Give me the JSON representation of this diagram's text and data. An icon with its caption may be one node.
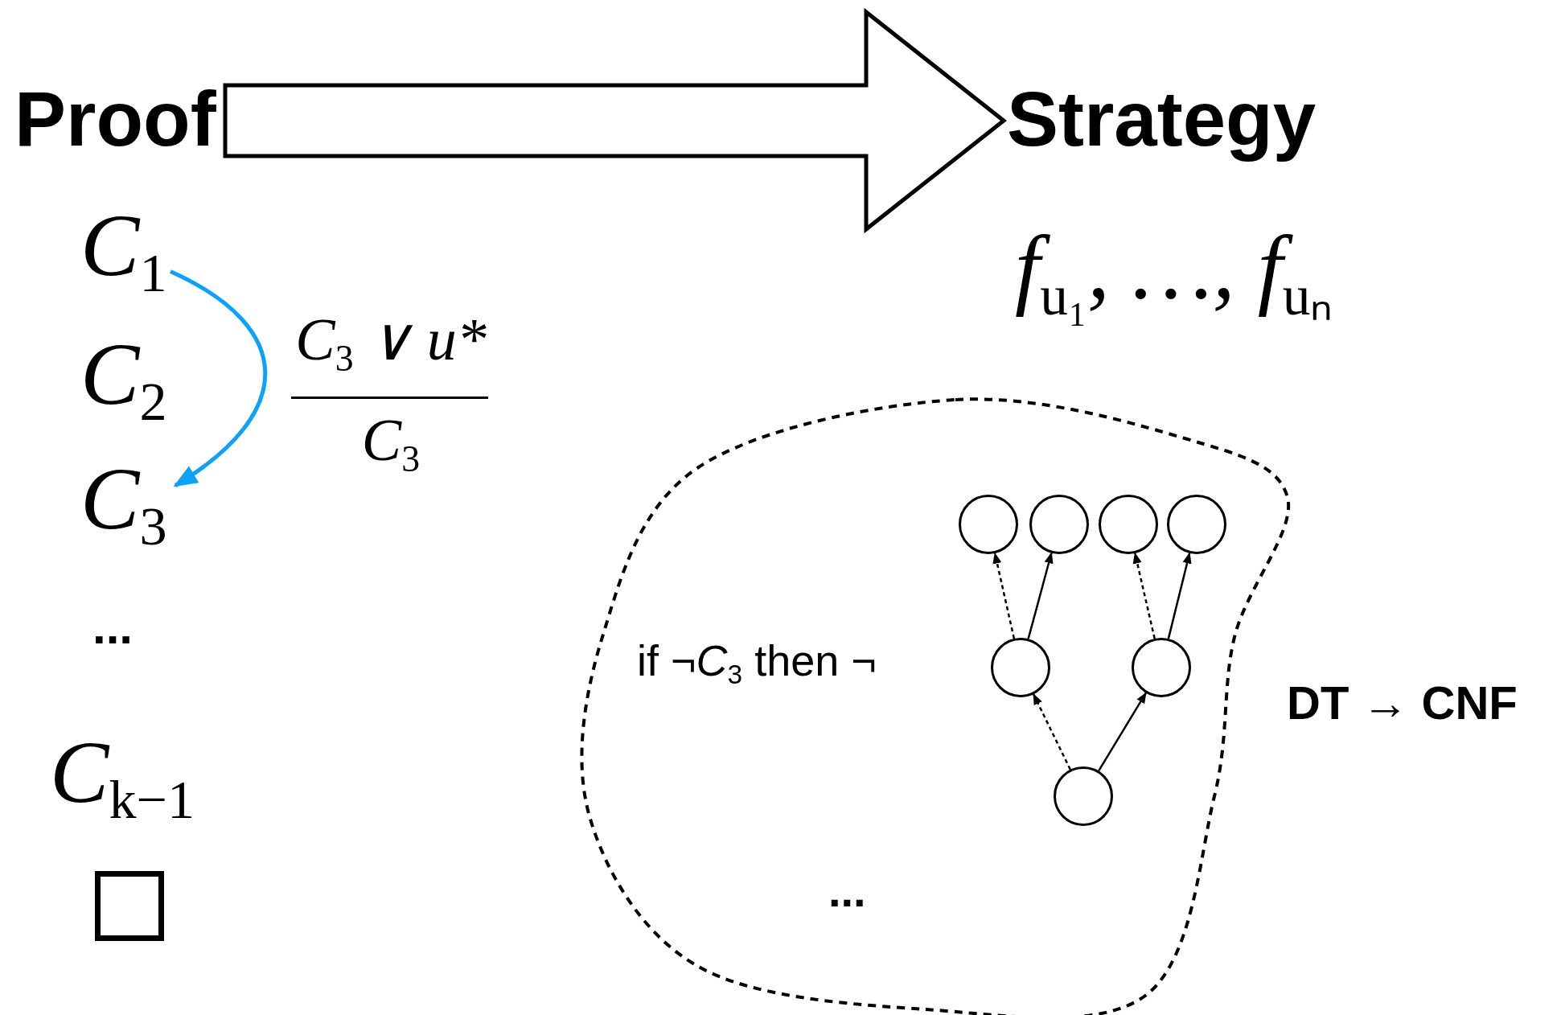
{
  "diagram": {
    "nodes": [
      {
        "text": [
          "Proof"
        ]
      },
      {
        "text": [
          "Strategy"
        ]
      },
      {
        "text": [
          "*C*$_{1}$"
        ]
      },
      {
        "text": [
          "*C*$_{2}$"
        ]
      },
      {
        "text": [
          "*C*$_{3}$"
        ]
      },
      {
        "text": [
          "*C*$_{k−1}$"
        ]
      },
      {
        "text": [],
        "shape": "box"
      },
      {
        "text": [
          "if ¬*C*$_{3}$ then ¬",
          "..."
        ]
      },
      {
        "text": [],
        "shape": "circle",
        "in": 7
      },
      {
        "text": [],
        "shape": "circle",
        "in": 7
      },
      {
        "text": [],
        "shape": "circle",
        "in": 7
      },
      {
        "text": [],
        "shape": "circle",
        "in": 7
      },
      {
        "text": [],
        "shape": "circle",
        "in": 7
      },
      {
        "text": [],
        "shape": "circle",
        "in": 7
      },
      {
        "text": [],
        "shape": "circle",
        "in": 7
      }
    ],
    "edges": [
      {
        "from": 0,
        "to": 1,
        "arrow": "to",
        "style": "thick"
      },
      {
        "from": 2,
        "to": 4,
        "arrow": "to",
        "color": "#0da2f7"
      },
      {
        "from": 14,
        "to": 12,
        "arrow": "to",
        "style": "dashed"
      },
      {
        "from": 14,
        "to": 13,
        "arrow": "to"
      },
      {
        "from": 12,
        "to": 8,
        "arrow": "to",
        "style": "dashed"
      },
      {
        "from": 12,
        "to": 9,
        "arrow": "to"
      },
      {
        "from": 13,
        "to": 10,
        "arrow": "to",
        "style": "dashed"
      },
      {
        "from": 13,
        "to": 11,
        "arrow": "to"
      }
    ],
    "labels": [
      "f$_{u₁}$, …, f$_{uₙ}$",
      "C$_{3}$ ∨ u*",
      "C$_{3}$",
      "...",
      "DT → CNF"
    ]
  }
}
